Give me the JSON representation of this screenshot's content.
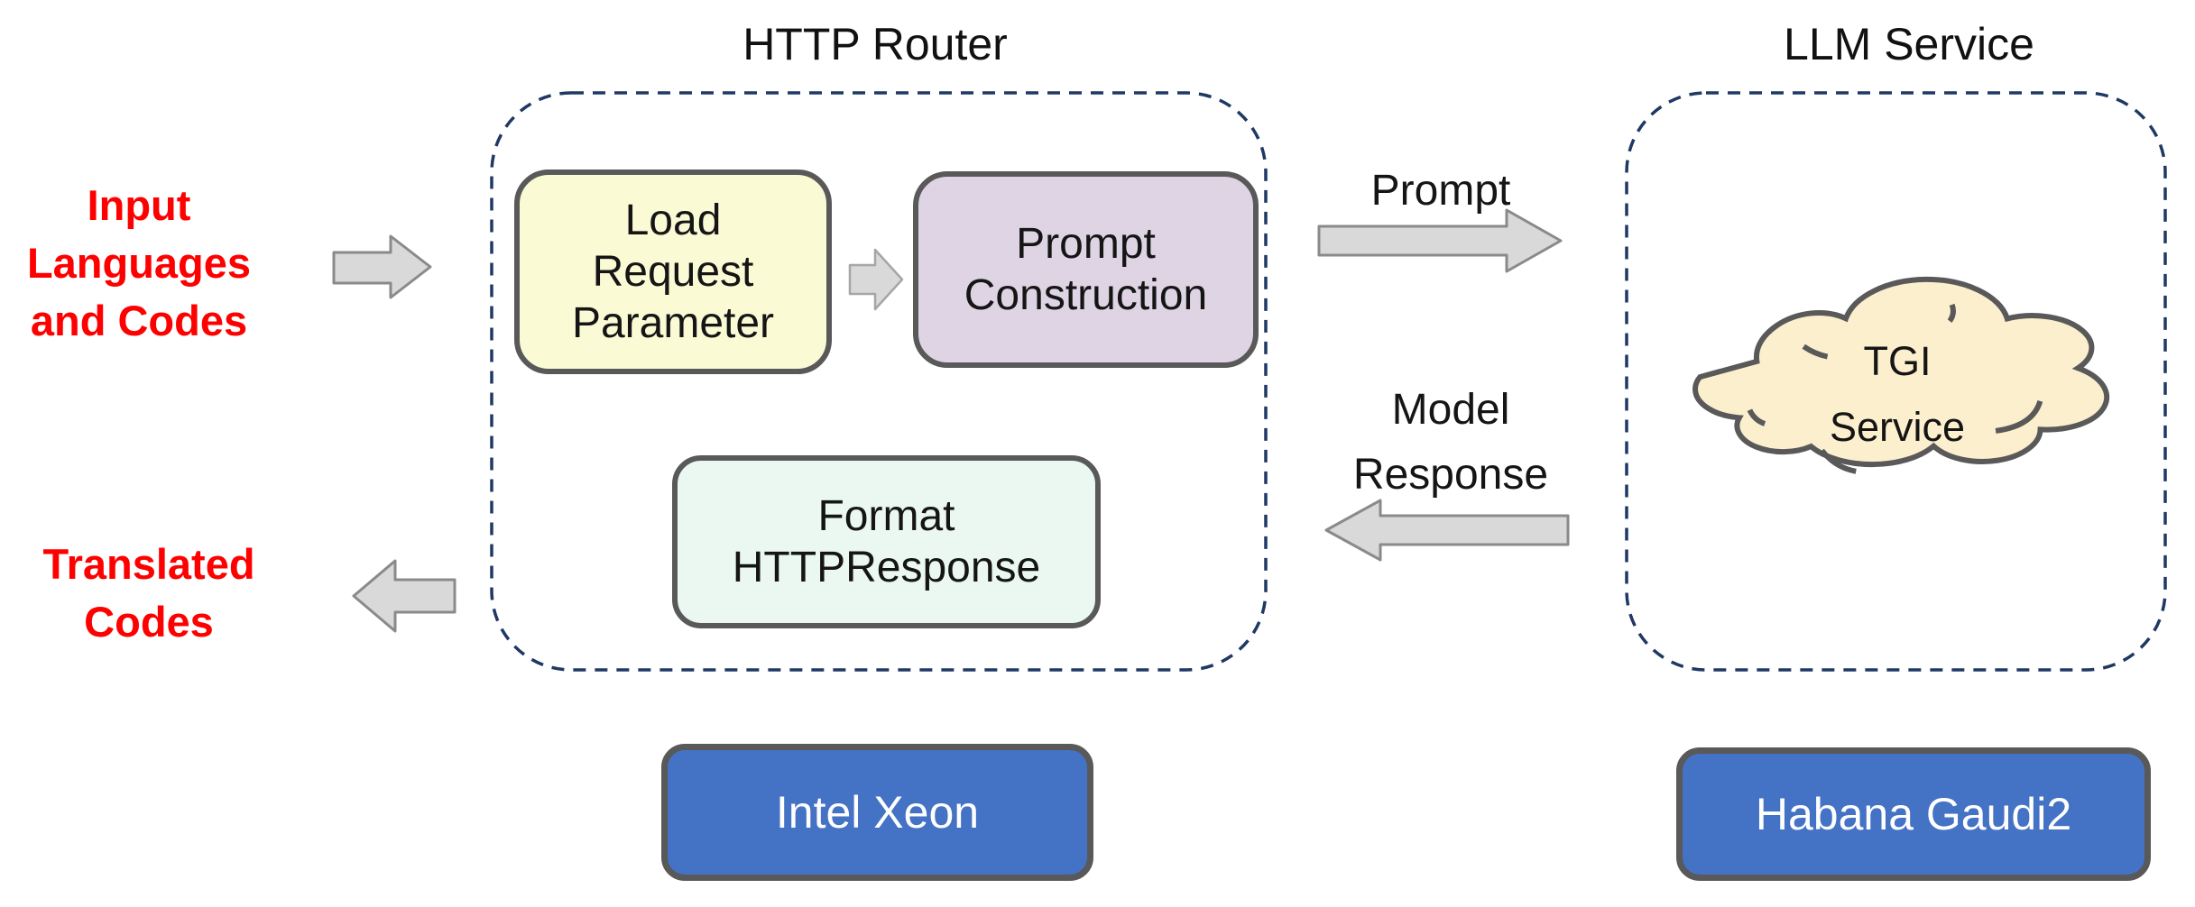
{
  "colors": {
    "red": "#FF0000",
    "navy": "#1F3864",
    "border_gray": "#595959",
    "yellow": "#FAFAD5",
    "lavender": "#DED4E4",
    "mint": "#EAF8F1",
    "cream": "#FCEFCE",
    "blue": "#4472C4",
    "arrow_fill": "#D9D9D9",
    "arrow_stroke": "#8A8A8A"
  },
  "io": {
    "input_label": {
      "lines": [
        "Input",
        "Languages",
        "and Codes"
      ]
    },
    "output_label": {
      "lines": [
        "Translated",
        "Codes"
      ]
    }
  },
  "router": {
    "title": "HTTP Router",
    "load_box": {
      "lines": [
        "Load",
        "Request",
        "Parameter"
      ]
    },
    "prompt_box": {
      "lines": [
        "Prompt",
        "Construction"
      ]
    },
    "format_box": {
      "lines": [
        "Format",
        "HTTPResponse"
      ]
    },
    "hardware": "Intel Xeon"
  },
  "llm": {
    "title": "LLM Service",
    "cloud": {
      "lines": [
        "TGI",
        "Service"
      ]
    },
    "hardware": "Habana Gaudi2"
  },
  "flows": {
    "prompt_label": "Prompt",
    "response_label": {
      "lines": [
        "Model",
        "Response"
      ]
    }
  }
}
